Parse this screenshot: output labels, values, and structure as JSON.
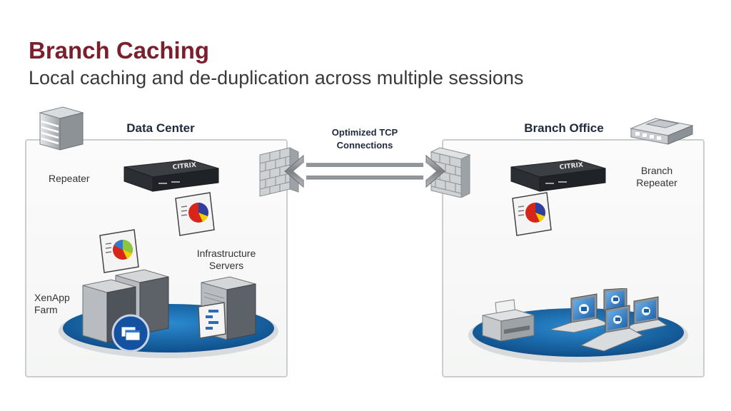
{
  "slide": {
    "title": "Branch Caching",
    "subtitle": "Local caching and de-duplication across multiple sessions"
  },
  "data_center": {
    "title": "Data Center",
    "repeater_label": "Repeater",
    "infrastructure_label_line1": "Infrastructure",
    "infrastructure_label_line2": "Servers",
    "xenapp_label_line1": "XenApp",
    "xenapp_label_line2": "Farm",
    "appliance_brand": "CITRIX"
  },
  "connection": {
    "label_line1": "Optimized TCP",
    "label_line2": "Connections"
  },
  "branch_office": {
    "title": "Branch Office",
    "repeater_label_line1": "Branch",
    "repeater_label_line2": "Repeater",
    "appliance_brand": "CITRIX"
  },
  "colors": {
    "title": "#7b1f2c",
    "platform_blue": "#1f6fb0",
    "panel_border": "#c9cfcc"
  }
}
